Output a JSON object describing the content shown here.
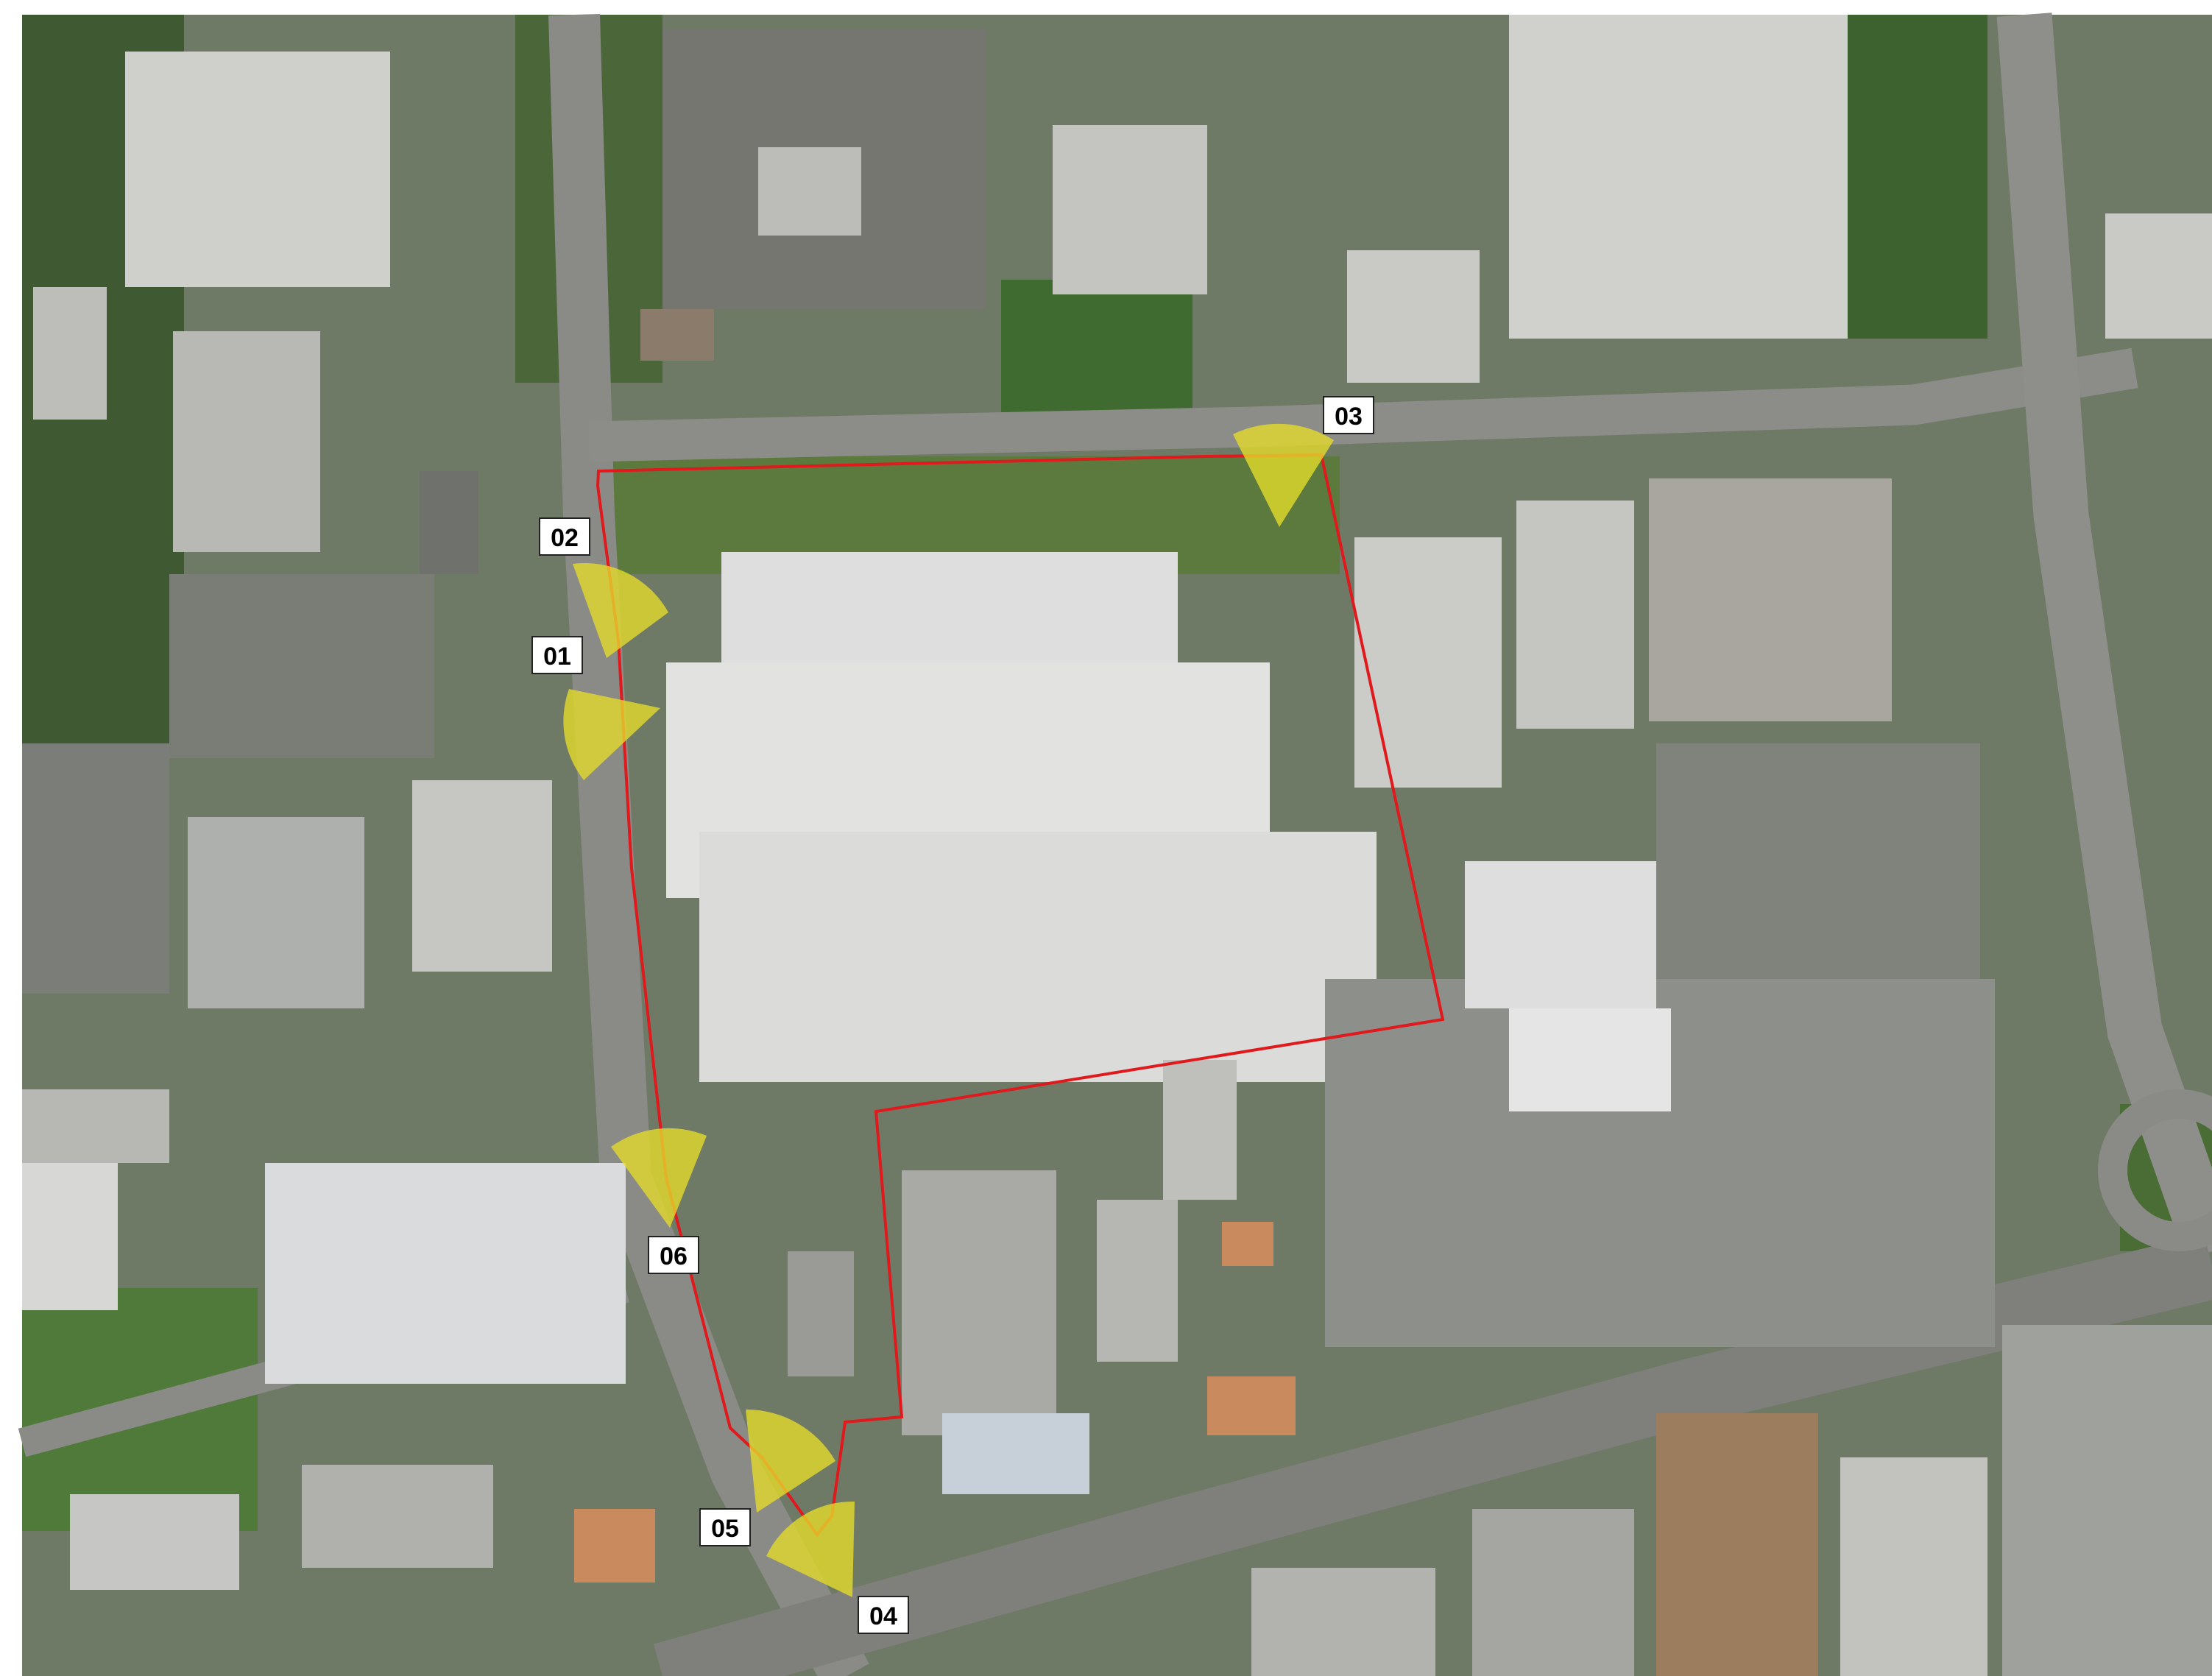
{
  "map": {
    "type": "aerial-site-plan",
    "boundary_color": "#e0191d",
    "cone_color": "#e6dd2a",
    "viewpoints": [
      {
        "id": "01",
        "label": "01"
      },
      {
        "id": "02",
        "label": "02"
      },
      {
        "id": "03",
        "label": "03"
      },
      {
        "id": "04",
        "label": "04"
      },
      {
        "id": "05",
        "label": "05"
      },
      {
        "id": "06",
        "label": "06"
      }
    ]
  }
}
